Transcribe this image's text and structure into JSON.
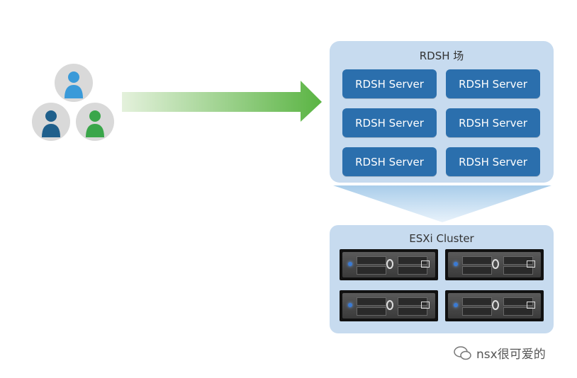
{
  "users": [
    {
      "icon": "user-icon",
      "color": "#3a9ad9"
    },
    {
      "icon": "user-icon",
      "color": "#1f5f8b"
    },
    {
      "icon": "user-icon",
      "color": "#3aa64a"
    }
  ],
  "arrow_color": "#5ab443",
  "farm": {
    "title": "RDSH 场",
    "servers": [
      "RDSH Server",
      "RDSH Server",
      "RDSH Server",
      "RDSH Server",
      "RDSH Server",
      "RDSH Server"
    ]
  },
  "cluster": {
    "title": "ESXi Cluster",
    "hosts": 4
  },
  "watermark": {
    "text": "nsx很可爱的",
    "icon": "wechat-icon"
  }
}
